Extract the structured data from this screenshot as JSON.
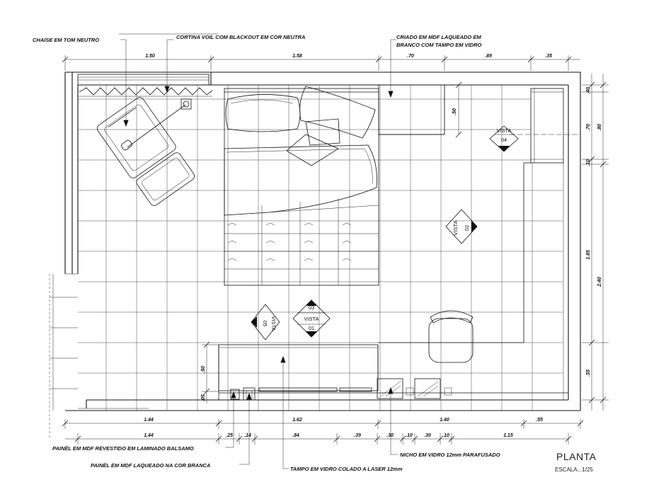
{
  "title": "PLANTA",
  "scale": "ESCALA...1/25",
  "notes": {
    "chaise": "CHAISE EM TOM NEUTRO",
    "cortina": "CORTINA VOIL COM BLACKOUT EM COR NEUTRA",
    "criado": "CRIADO EM MDF LAQUEADO EM BRANCO COM TAMPO EM VIDRO",
    "painel_balsamo": "PAINÉL EM MDF REVESTIDO EM LAMINADO BALSAMO",
    "painel_branco": "PAINÉL EM MDF LAQUEADO NA COR BRANCA",
    "tampo": "TAMPO EM VIDRO COLADO A LASER 12mm",
    "nicho": "NICHO EM VIDRO 12mm PARAFUSADO"
  },
  "views": {
    "v01": "01",
    "v02": "02",
    "v03": "03",
    "v04": "04",
    "v05": "05",
    "label": "VISTA"
  },
  "dims_top": [
    "1.50",
    "1.58",
    ".70",
    ".89",
    ".35"
  ],
  "dims_right": [
    ".40",
    ".70",
    ".80",
    ".10",
    "1.85",
    "2.40",
    ".55"
  ],
  "dims_left": [
    ".50",
    ".05"
  ],
  "dims_bottom_row1": [
    "1.44",
    "1.62",
    "1.40",
    ".55"
  ],
  "dims_bottom_row2": [
    "1.44",
    ".25",
    ".14",
    ".84",
    ".39",
    ".30",
    ".10",
    ".30",
    ".10",
    "1.15"
  ],
  "dims_misc": [
    ".50"
  ]
}
